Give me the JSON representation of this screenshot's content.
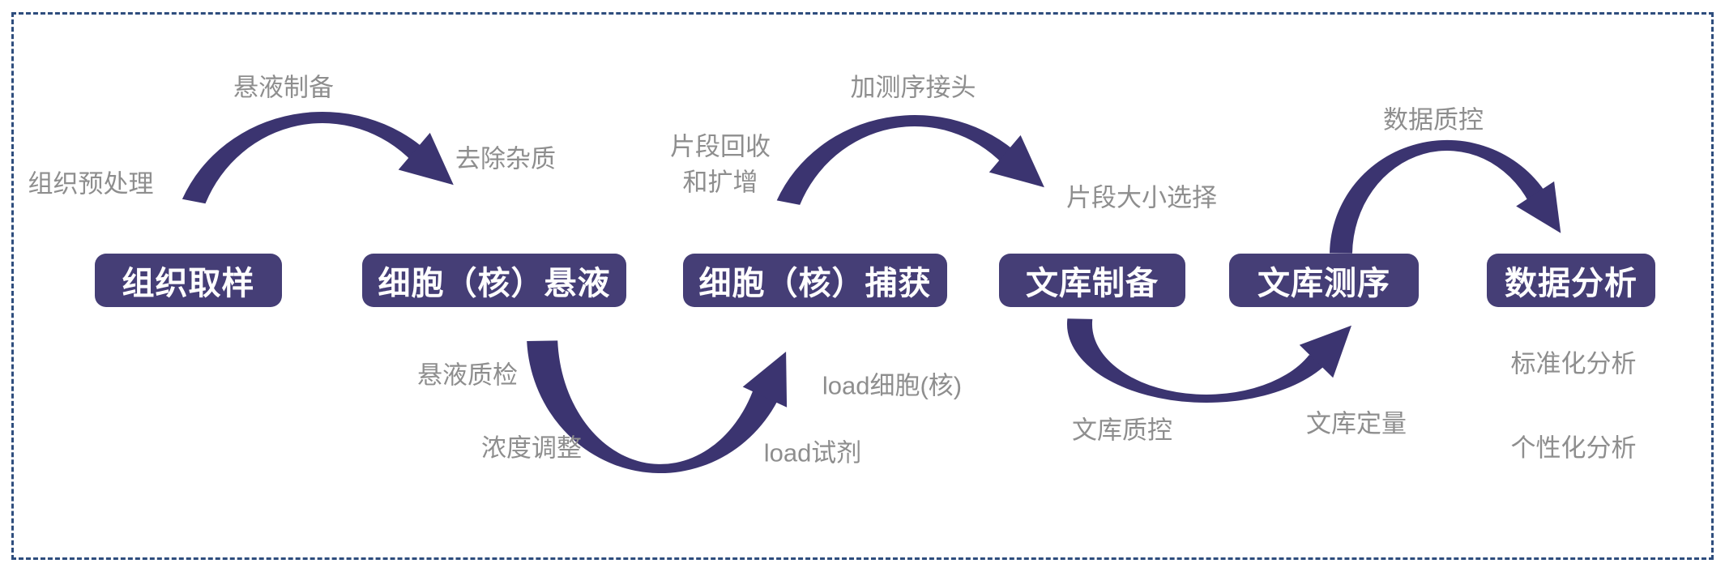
{
  "diagram": {
    "type": "workflow-flowchart",
    "steps": [
      {
        "id": "tissue-sampling",
        "label": "组织取样"
      },
      {
        "id": "cell-suspension",
        "label": "细胞（核）悬液"
      },
      {
        "id": "cell-capture",
        "label": "细胞（核）捕获"
      },
      {
        "id": "library-prep",
        "label": "文库制备"
      },
      {
        "id": "library-sequencing",
        "label": "文库测序"
      },
      {
        "id": "data-analysis",
        "label": "数据分析"
      }
    ],
    "annotations": {
      "tissue_pretreatment": "组织预处理",
      "suspension_preparation": "悬液制备",
      "impurity_removal": "去除杂质",
      "suspension_qc": "悬液质检",
      "concentration_adjustment": "浓度调整",
      "load_reagent": "load试剂",
      "load_cells": "load细胞(核)",
      "fragment_recovery_line1": "片段回收",
      "fragment_recovery_line2": "和扩增",
      "add_sequencing_adapter": "加测序接头",
      "fragment_size_selection": "片段大小选择",
      "library_qc": "文库质控",
      "library_quantification": "文库定量",
      "data_qc": "数据质控",
      "standardized_analysis": "标准化分析",
      "personalized_analysis": "个性化分析"
    },
    "colors": {
      "box": "#453e76",
      "arrow": "#3b3470",
      "label_text": "#8e8e8e",
      "box_text": "#ffffff",
      "border": "#2e4d7d",
      "background": "#ffffff"
    }
  }
}
